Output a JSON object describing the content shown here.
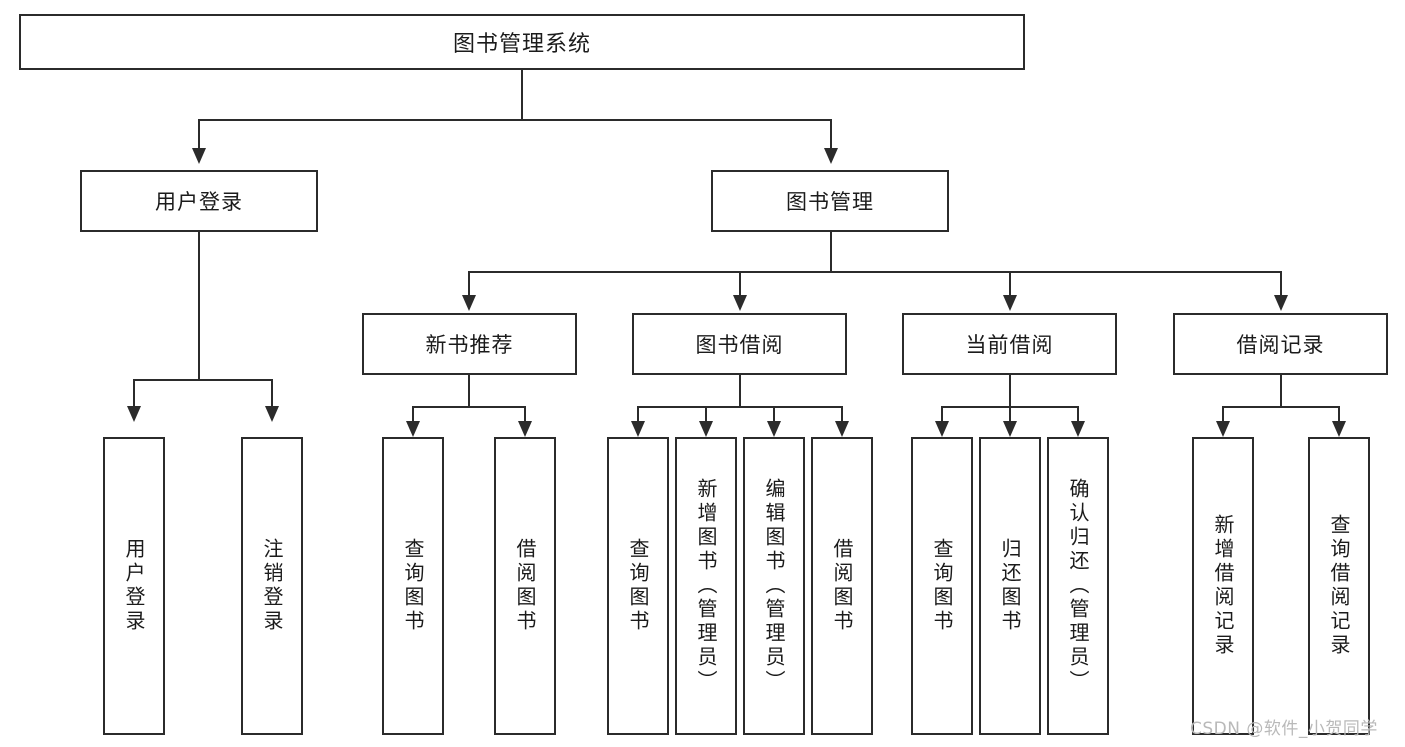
{
  "diagram": {
    "type": "tree",
    "title": "图书管理系统",
    "watermark": "CSDN @软件_小贺同学",
    "nodes": {
      "root": {
        "label": "图书管理系统"
      },
      "l2": [
        {
          "label": "用户登录"
        },
        {
          "label": "图书管理"
        }
      ],
      "l3": [
        {
          "label": "新书推荐"
        },
        {
          "label": "图书借阅"
        },
        {
          "label": "当前借阅"
        },
        {
          "label": "借阅记录"
        }
      ],
      "leaves": {
        "user_login": [
          {
            "label": "用户登录"
          },
          {
            "label": "注销登录"
          }
        ],
        "new_book": [
          {
            "label": "查询图书"
          },
          {
            "label": "借阅图书"
          }
        ],
        "book_borrow": [
          {
            "label": "查询图书"
          },
          {
            "label": "新增图书（管理员）"
          },
          {
            "label": "编辑图书（管理员）"
          },
          {
            "label": "借阅图书"
          }
        ],
        "current_borrow": [
          {
            "label": "查询图书"
          },
          {
            "label": "归还图书"
          },
          {
            "label": "确认归还（管理员）"
          }
        ],
        "borrow_record": [
          {
            "label": "新增借阅记录"
          },
          {
            "label": "查询借阅记录"
          }
        ]
      }
    },
    "colors": {
      "stroke": "#2b2b2b",
      "fill": "#ffffff",
      "text": "#1b1b1b",
      "watermark": "#b9b9b9"
    }
  }
}
